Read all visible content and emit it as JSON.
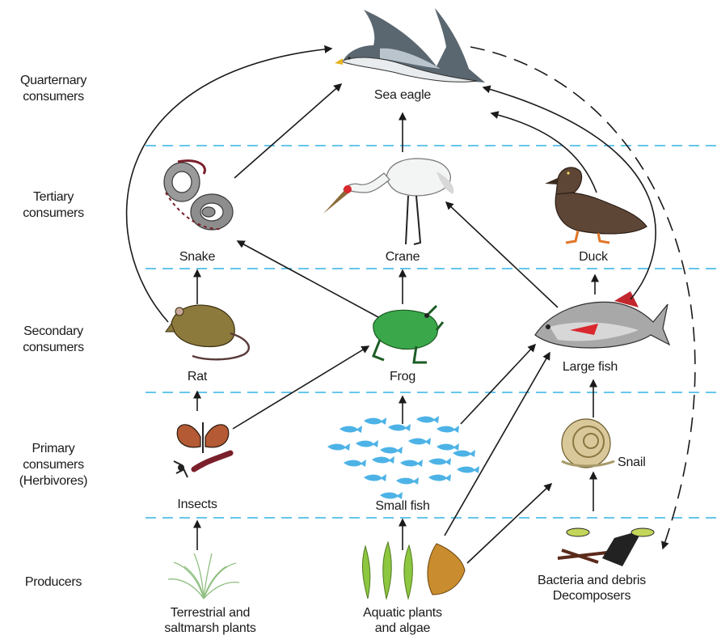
{
  "colors": {
    "divider": "#33b4e6",
    "arrow": "#1a1a1a",
    "fish_school": "#4db3e6",
    "plant_green": "#8dc63f",
    "frog_green": "#3aa84a"
  },
  "levels": [
    {
      "id": "quaternary",
      "line1": "Quarternary",
      "line2": "consumers",
      "line3": ""
    },
    {
      "id": "tertiary",
      "line1": "Tertiary",
      "line2": "consumers",
      "line3": ""
    },
    {
      "id": "secondary",
      "line1": "Secondary",
      "line2": "consumers",
      "line3": ""
    },
    {
      "id": "primary",
      "line1": "Primary",
      "line2": "consumers",
      "line3": "(Herbivores)"
    },
    {
      "id": "producers",
      "line1": "Producers",
      "line2": "",
      "line3": ""
    }
  ],
  "organisms": {
    "sea_eagle": {
      "label": "Sea eagle",
      "icon": "eagle-icon"
    },
    "snake": {
      "label": "Snake",
      "icon": "snake-icon"
    },
    "crane": {
      "label": "Crane",
      "icon": "crane-icon"
    },
    "duck": {
      "label": "Duck",
      "icon": "duck-icon"
    },
    "rat": {
      "label": "Rat",
      "icon": "rat-icon"
    },
    "frog": {
      "label": "Frog",
      "icon": "frog-icon"
    },
    "large_fish": {
      "label": "Large fish",
      "icon": "large-fish-icon"
    },
    "insects": {
      "label": "Insects",
      "icon": "insects-icon"
    },
    "small_fish": {
      "label": "Small fish",
      "icon": "small-fish-icon"
    },
    "snail": {
      "label": "Snail",
      "icon": "snail-icon"
    },
    "terrestrial_plants": {
      "line1": "Terrestrial and",
      "line2": "saltmarsh plants",
      "icon": "grass-icon"
    },
    "aquatic_plants": {
      "line1": "Aquatic plants",
      "line2": "and algae",
      "icon": "aquatic-plant-icon"
    },
    "decomposers": {
      "line1": "Bacteria and debris",
      "line2": "Decomposers",
      "icon": "decomposer-icon"
    }
  },
  "links": [
    {
      "from": "rat",
      "to": "sea_eagle"
    },
    {
      "from": "snake",
      "to": "sea_eagle"
    },
    {
      "from": "crane",
      "to": "sea_eagle"
    },
    {
      "from": "duck",
      "to": "sea_eagle"
    },
    {
      "from": "large_fish",
      "to": "sea_eagle"
    },
    {
      "from": "rat",
      "to": "snake"
    },
    {
      "from": "frog",
      "to": "snake"
    },
    {
      "from": "frog",
      "to": "crane"
    },
    {
      "from": "large_fish",
      "to": "crane"
    },
    {
      "from": "large_fish",
      "to": "duck"
    },
    {
      "from": "insects",
      "to": "rat"
    },
    {
      "from": "insects",
      "to": "frog"
    },
    {
      "from": "small_fish",
      "to": "frog"
    },
    {
      "from": "small_fish",
      "to": "large_fish"
    },
    {
      "from": "aquatic_plants",
      "to": "large_fish"
    },
    {
      "from": "snail",
      "to": "large_fish"
    },
    {
      "from": "terrestrial_plants",
      "to": "insects"
    },
    {
      "from": "aquatic_plants",
      "to": "small_fish"
    },
    {
      "from": "aquatic_plants",
      "to": "snail"
    },
    {
      "from": "decomposers",
      "to": "snail"
    },
    {
      "from": "sea_eagle",
      "to": "decomposers",
      "style": "dashed"
    }
  ]
}
